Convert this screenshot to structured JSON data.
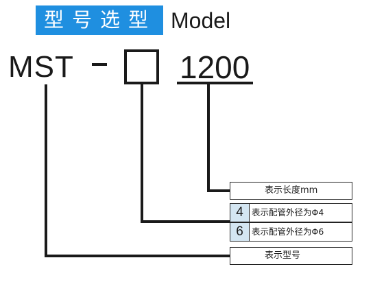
{
  "header": {
    "title_cn": "型号选型",
    "title_en": "Model"
  },
  "code": {
    "prefix": "MST",
    "length_value": "1200"
  },
  "labels": {
    "length": "表示长度mm",
    "model": "表示型号"
  },
  "pipe_options": [
    {
      "code": "4",
      "text": "表示配管外径为Φ4"
    },
    {
      "code": "6",
      "text": "表示配管外径为Φ6"
    }
  ],
  "colors": {
    "badge_bg": "#1f8fe0",
    "option_code_bg": "#d4e6f2"
  }
}
